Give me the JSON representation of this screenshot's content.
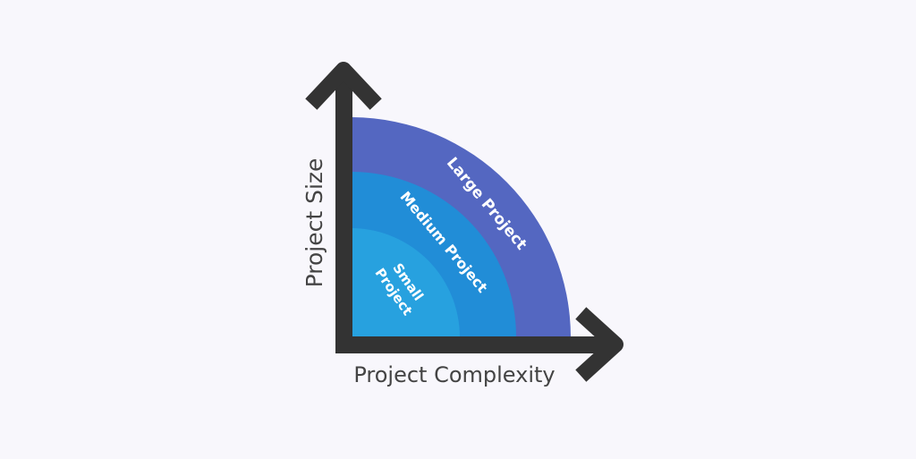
{
  "diagram": {
    "title": "",
    "y_axis_label": "Project Size",
    "x_axis_label": "Project Complexity",
    "regions": [
      {
        "name": "Large Project",
        "label": "Large Project",
        "color": "#5467C1"
      },
      {
        "name": "Medium Project",
        "label": "Medium Project",
        "color": "#218DD7"
      },
      {
        "name": "Small Project",
        "label_line1": "Small",
        "label_line2": "Project",
        "color": "#27A1DF"
      }
    ],
    "colors": {
      "background": "#F8F7FC",
      "axis": "#333333",
      "label_text": "#444444",
      "region_text": "#FFFFFF"
    }
  }
}
